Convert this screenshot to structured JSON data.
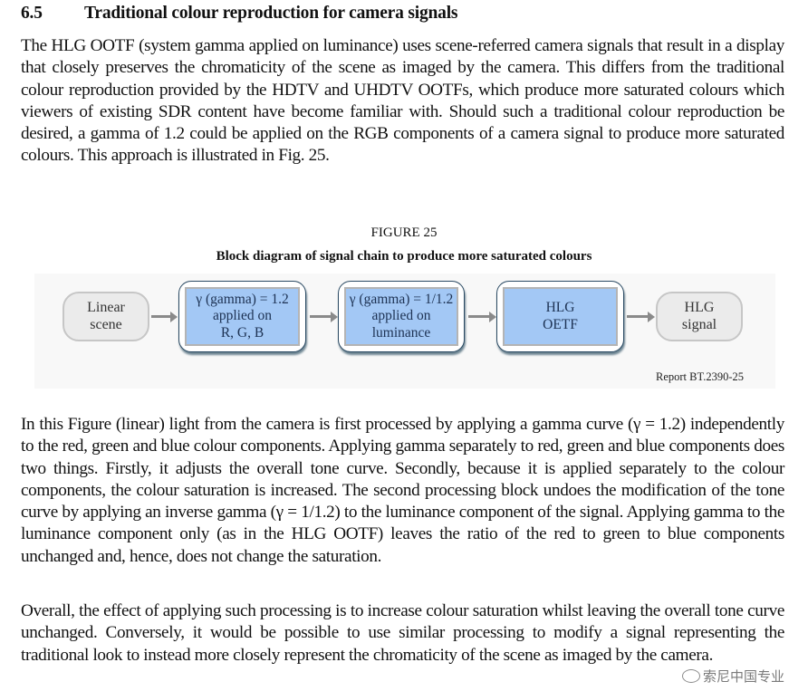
{
  "section": {
    "number": "6.5",
    "title": "Traditional colour reproduction for camera signals"
  },
  "paragraphs": {
    "intro": "The HLG OOTF (system gamma applied on luminance) uses scene-referred camera signals that result in a display that closely preserves the chromaticity of the scene as imaged by the camera. This differs from the traditional colour reproduction provided by the HDTV and UHDTV OOTFs, which produce more saturated colours which viewers of existing SDR content have become familiar with. Should such a traditional colour reproduction be desired, a gamma of 1.2 could be applied on the RGB components of a camera signal to produce more saturated colours. This approach is illustrated in Fig. 25.",
    "explanation": "In this Figure (linear) light from the camera is first processed by applying a gamma curve (γ = 1.2) independently to the red, green and blue colour components. Applying gamma separately to red, green and blue components does two things. Firstly, it adjusts the overall tone curve. Secondly, because it is applied separately to the colour components, the colour saturation is increased. The second processing block undoes the modification of the tone curve by applying an inverse gamma (γ = 1/1.2) to the luminance component of the signal. Applying gamma to the luminance component only (as in the HLG OOTF) leaves the ratio of the red to green to blue components unchanged and, hence, does not change the saturation.",
    "conclusion": "Overall, the effect of applying such processing is to increase colour saturation whilst leaving the overall tone curve unchanged. Conversely, it would be possible to use similar processing to modify a signal representing the traditional look to instead more closely represent the chromaticity of the scene as imaged by the camera."
  },
  "figure": {
    "number_label": "FIGURE 25",
    "title": "Block diagram of signal chain to produce more saturated colours",
    "report_label": "Report BT.2390-25",
    "blocks": [
      {
        "kind": "terminal",
        "lines": [
          "Linear",
          "scene"
        ]
      },
      {
        "kind": "process",
        "lines": [
          "γ (gamma) = 1.2",
          "applied on",
          "R, G, B"
        ]
      },
      {
        "kind": "process",
        "lines": [
          "γ (gamma) = 1/1.2",
          "applied on",
          "luminance"
        ]
      },
      {
        "kind": "process",
        "lines": [
          "HLG",
          "OETF"
        ]
      },
      {
        "kind": "terminal",
        "lines": [
          "HLG",
          "signal"
        ]
      }
    ],
    "colors": {
      "process_fill": "#a3c8f5",
      "process_border": "#2b4a63",
      "terminal_fill": "#ebebeb",
      "arrow": "#8a8a8a"
    }
  },
  "watermark": {
    "text": "索尼中国专业"
  }
}
